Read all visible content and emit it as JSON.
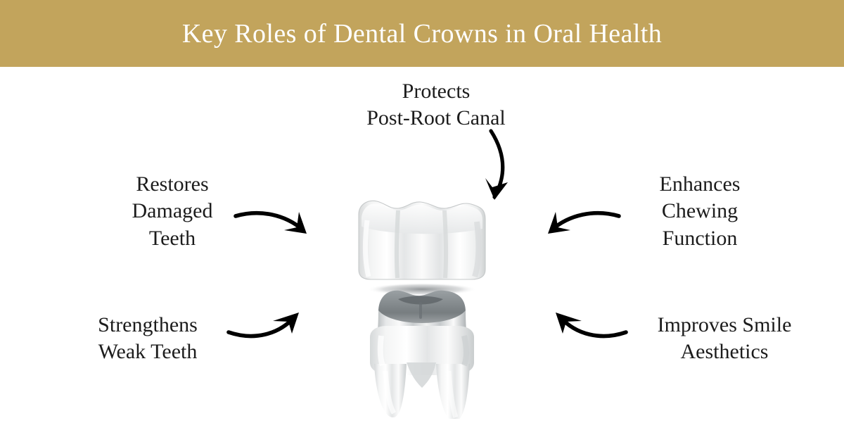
{
  "header": {
    "title": "Key Roles of Dental Crowns in Oral Health",
    "background_color": "#c2a45c",
    "text_color": "#ffffff"
  },
  "canvas": {
    "background_color": "#ffffff",
    "text_color": "#1c1c1c"
  },
  "labels": {
    "protects": "Protects\nPost-Root Canal",
    "restores": "Restores\nDamaged\nTeeth",
    "enhances": "Enhances\nChewing\nFunction",
    "strengthens": "Strengthens\nWeak Teeth",
    "improves": "Improves Smile\nAesthetics"
  },
  "arrows": {
    "top": "curved-arrow-down-left",
    "left": "curved-arrow-right",
    "right": "curved-arrow-left",
    "bottom_left": "curved-arrow-up-right",
    "bottom_right": "curved-arrow-up-left",
    "color": "#000000"
  },
  "illustration": {
    "name": "dental-crown-and-prepared-tooth",
    "crown_label": "dental-crown-cap",
    "tooth_label": "prepared-tooth-with-two-roots",
    "crown_color": "#f7f8f8",
    "tooth_color": "#e9ebec",
    "prepared_surface_color": "#8e9396"
  }
}
